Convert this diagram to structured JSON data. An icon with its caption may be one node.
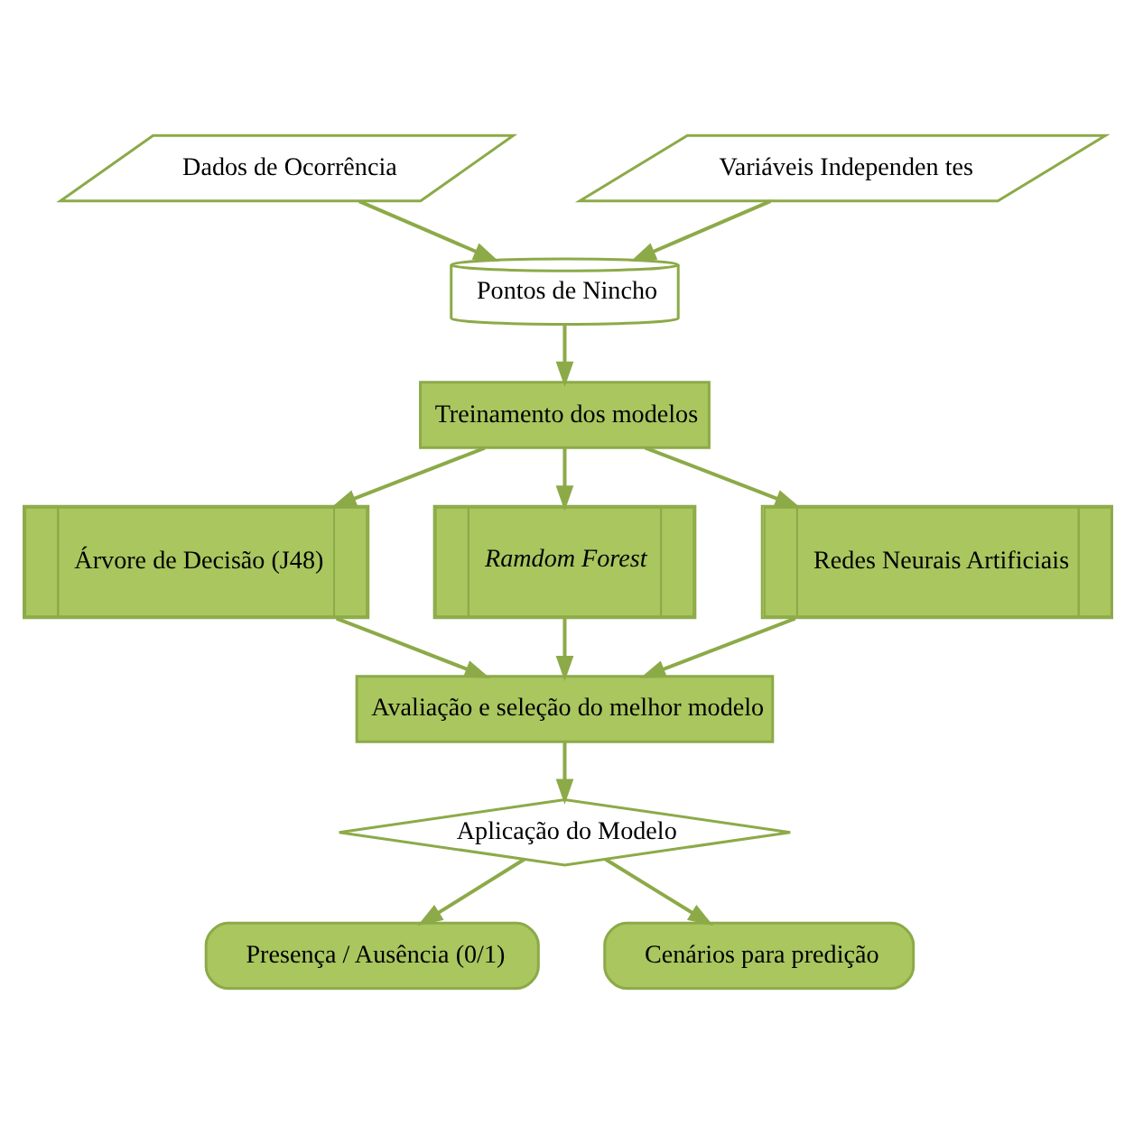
{
  "diagram": {
    "nodes": [
      {
        "text": [
          "Dados de Ocorrência"
        ]
      },
      {
        "text": [
          "Pontos de Nincho"
        ]
      },
      {
        "text": [
          "Variáveis Independen tes"
        ]
      },
      {
        "text": [
          "Treinamento dos modelos"
        ]
      },
      {
        "text": [
          "Árvore de Decisão (J48)"
        ]
      },
      {
        "text": [
          "Ramdom Forest"
        ]
      },
      {
        "text": [
          "Redes Neurais Artificiais"
        ]
      },
      {
        "text": [
          "Avaliação e seleção do melhor modelo"
        ]
      },
      {
        "text": [
          "Aplicação do Modelo"
        ]
      },
      {
        "text": [
          "Presença / Ausência (0/1)"
        ]
      },
      {
        "text": [
          "Cenários para predição"
        ]
      }
    ],
    "edges": [
      {
        "from": 0,
        "to": 1,
        "arrow": "to"
      },
      {
        "from": 2,
        "to": 1,
        "arrow": "to"
      },
      {
        "from": 1,
        "to": 3,
        "arrow": "to"
      },
      {
        "from": 3,
        "to": 4,
        "arrow": "to"
      },
      {
        "from": 3,
        "to": 5,
        "arrow": "to"
      },
      {
        "from": 3,
        "to": 6,
        "arrow": "to"
      },
      {
        "from": 4,
        "to": 7,
        "arrow": "to"
      },
      {
        "from": 5,
        "to": 7,
        "arrow": "to"
      },
      {
        "from": 6,
        "to": 7,
        "arrow": "to"
      },
      {
        "from": 7,
        "to": 8,
        "arrow": "to"
      },
      {
        "from": 8,
        "to": 9,
        "arrow": "to"
      },
      {
        "from": 8,
        "to": 10,
        "arrow": "to"
      }
    ]
  }
}
